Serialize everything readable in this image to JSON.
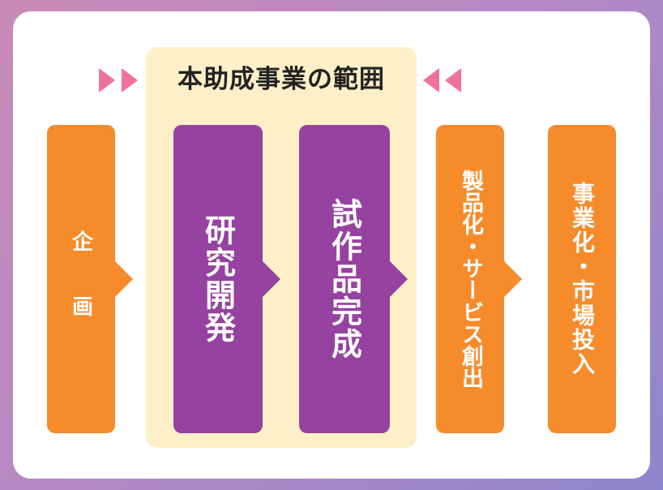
{
  "diagram": {
    "scope_title": "本助成事業の範囲",
    "steps": [
      {
        "label": "企　画",
        "color": "#f68b2b"
      },
      {
        "label": "研究開発",
        "color": "#9642a0"
      },
      {
        "label": "試作品完成",
        "color": "#9642a0"
      },
      {
        "label": "製品化・サービス創出",
        "color": "#f68b2b"
      },
      {
        "label": "事業化・市場投入",
        "color": "#f68b2b"
      }
    ],
    "colors": {
      "marker": "#f0729b",
      "scope_background": "#fdf0c8"
    }
  }
}
